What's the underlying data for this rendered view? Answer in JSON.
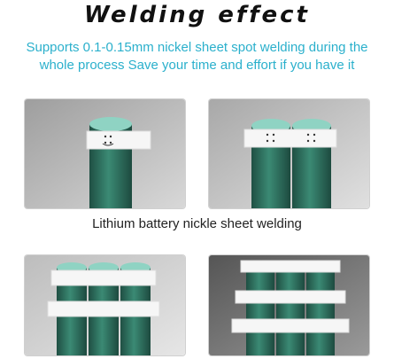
{
  "title": "Welding effect",
  "subtitle": "Supports 0.1-0.15mm nickel sheet spot welding during the whole process Save your time and effort if you have it",
  "caption": "Lithium battery nickle sheet welding",
  "colors": {
    "subtitle": "#2bb0cc",
    "battery_body": "#2f6f5e",
    "battery_top": "#8fd3c3",
    "nickel_strip": "#f4f4f4",
    "background_panel": "#cfcfcf"
  }
}
